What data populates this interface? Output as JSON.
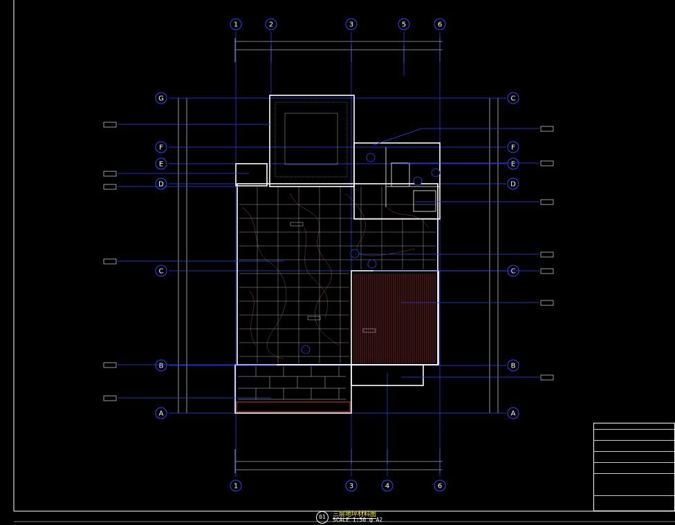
{
  "grid_top": [
    "1",
    "2",
    "3",
    "5",
    "6"
  ],
  "grid_bottom": [
    "1",
    "3",
    "4",
    "6"
  ],
  "grid_left": [
    "G",
    "F",
    "E",
    "D",
    "C",
    "B",
    "A"
  ],
  "grid_right": [
    "C",
    "F",
    "E",
    "D",
    "C",
    "B",
    "A"
  ],
  "title": {
    "number": "01",
    "name": "三层地坪材料图",
    "scale": "SCALE    1:50 @ A2"
  },
  "colors": {
    "axis": "#2b47ff",
    "wall": "#ffffff",
    "hatch": "#ff4b4b",
    "text": "#ffff40",
    "tag": "#00e5ff"
  }
}
